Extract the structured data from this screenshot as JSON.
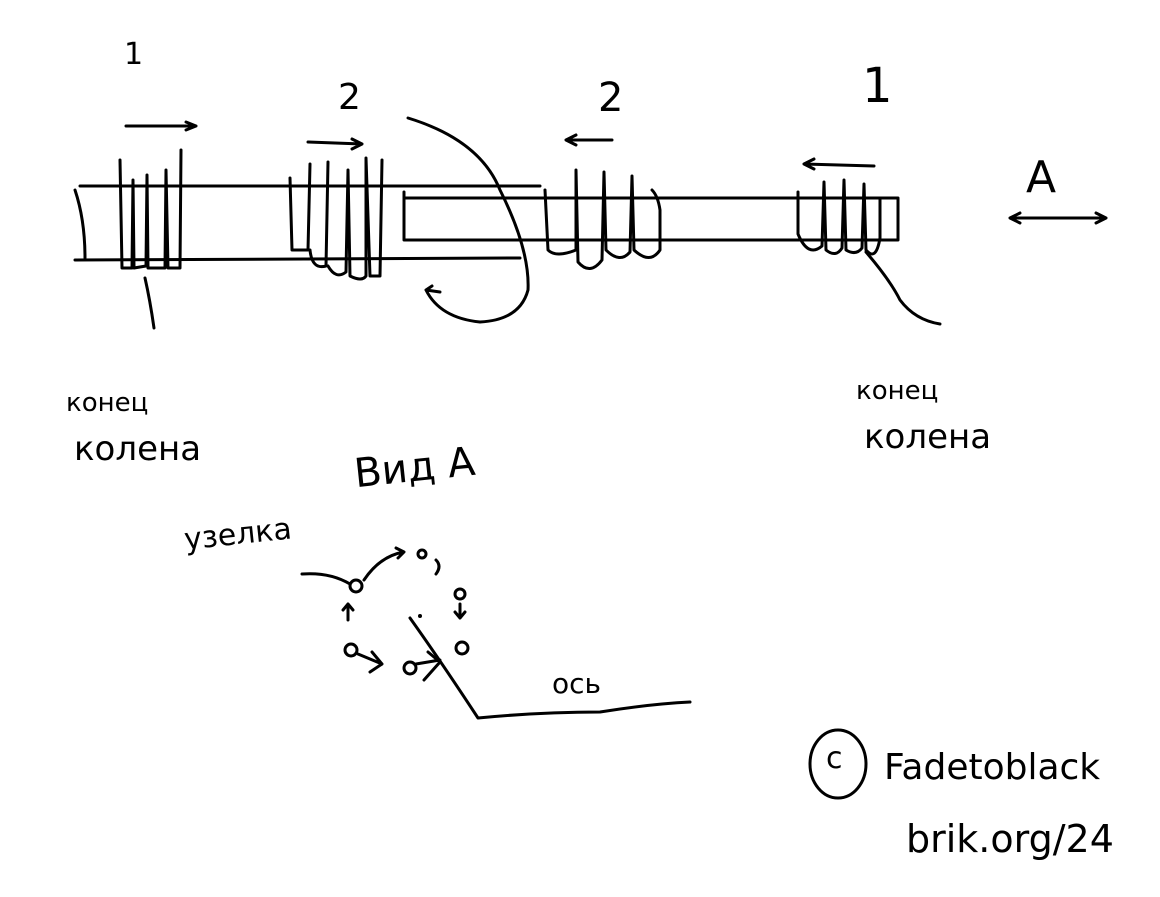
{
  "labels": {
    "num_left_1": "1",
    "num_left_2": "2",
    "num_right_2": "2",
    "num_right_1": "1",
    "view_marker": "А",
    "left_end_line1": "конец",
    "left_end_line2": "колена",
    "right_end_line1": "конец",
    "right_end_line2": "колена",
    "view_title": "Вид А",
    "knot_label": "узелка",
    "axis_label": "ось",
    "copyright_symbol": "c",
    "author": "Fadetoblack",
    "site": "brik.org/24"
  },
  "colors": {
    "ink": "#000000",
    "background": "#ffffff"
  }
}
